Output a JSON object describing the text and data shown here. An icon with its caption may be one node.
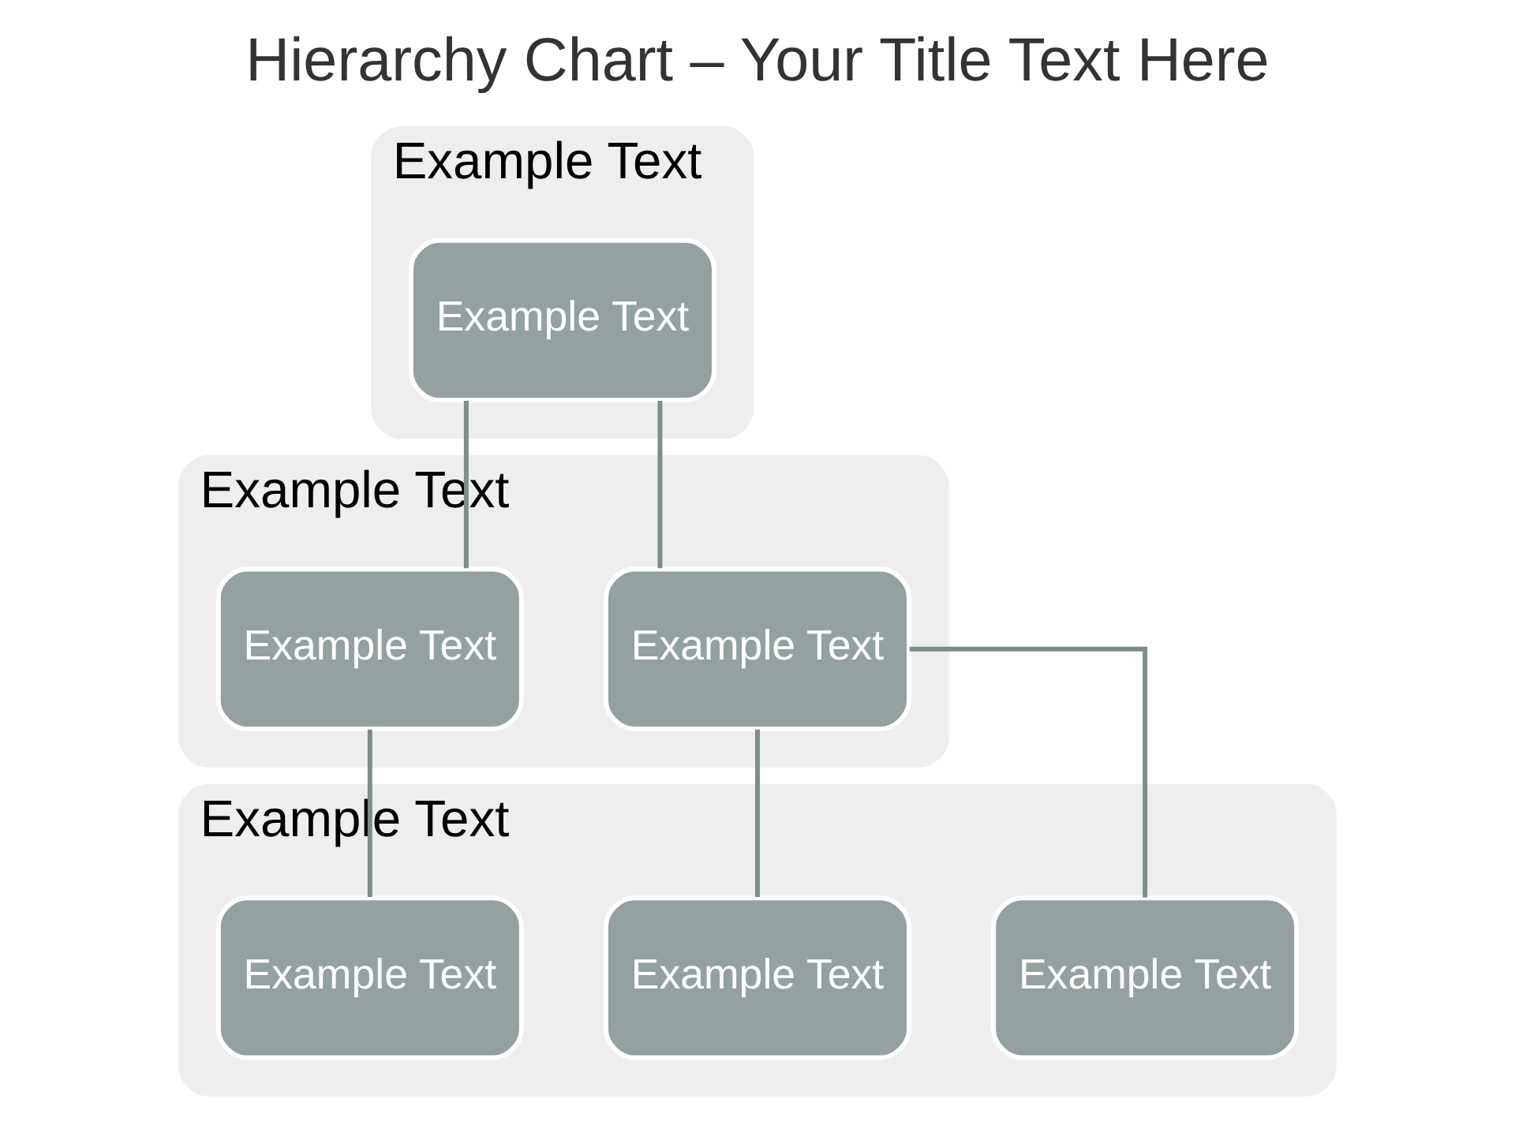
{
  "diagram": {
    "title": "Hierarchy Chart – Your Title Text Here",
    "nodes": [
      {
        "text": [
          "Example Text"
        ]
      },
      {
        "text": [
          "Example Text"
        ],
        "in": 0
      },
      {
        "text": [
          "Example Text"
        ]
      },
      {
        "text": [
          "Example Text"
        ],
        "in": 2
      },
      {
        "text": [
          "Example Text"
        ],
        "in": 2
      },
      {
        "text": [
          "Example Text"
        ]
      },
      {
        "text": [
          "Example Text"
        ],
        "in": 5
      },
      {
        "text": [
          "Example Text"
        ],
        "in": 5
      },
      {
        "text": [
          "Example Text"
        ],
        "in": 5
      }
    ],
    "edges": [
      {
        "from": 1,
        "to": 3,
        "arrow": "none"
      },
      {
        "from": 1,
        "to": 4,
        "arrow": "none"
      },
      {
        "from": 3,
        "to": 6,
        "arrow": "none"
      },
      {
        "from": 3,
        "to": 7,
        "arrow": "none"
      },
      {
        "from": 4,
        "to": 8,
        "arrow": "none"
      }
    ]
  }
}
